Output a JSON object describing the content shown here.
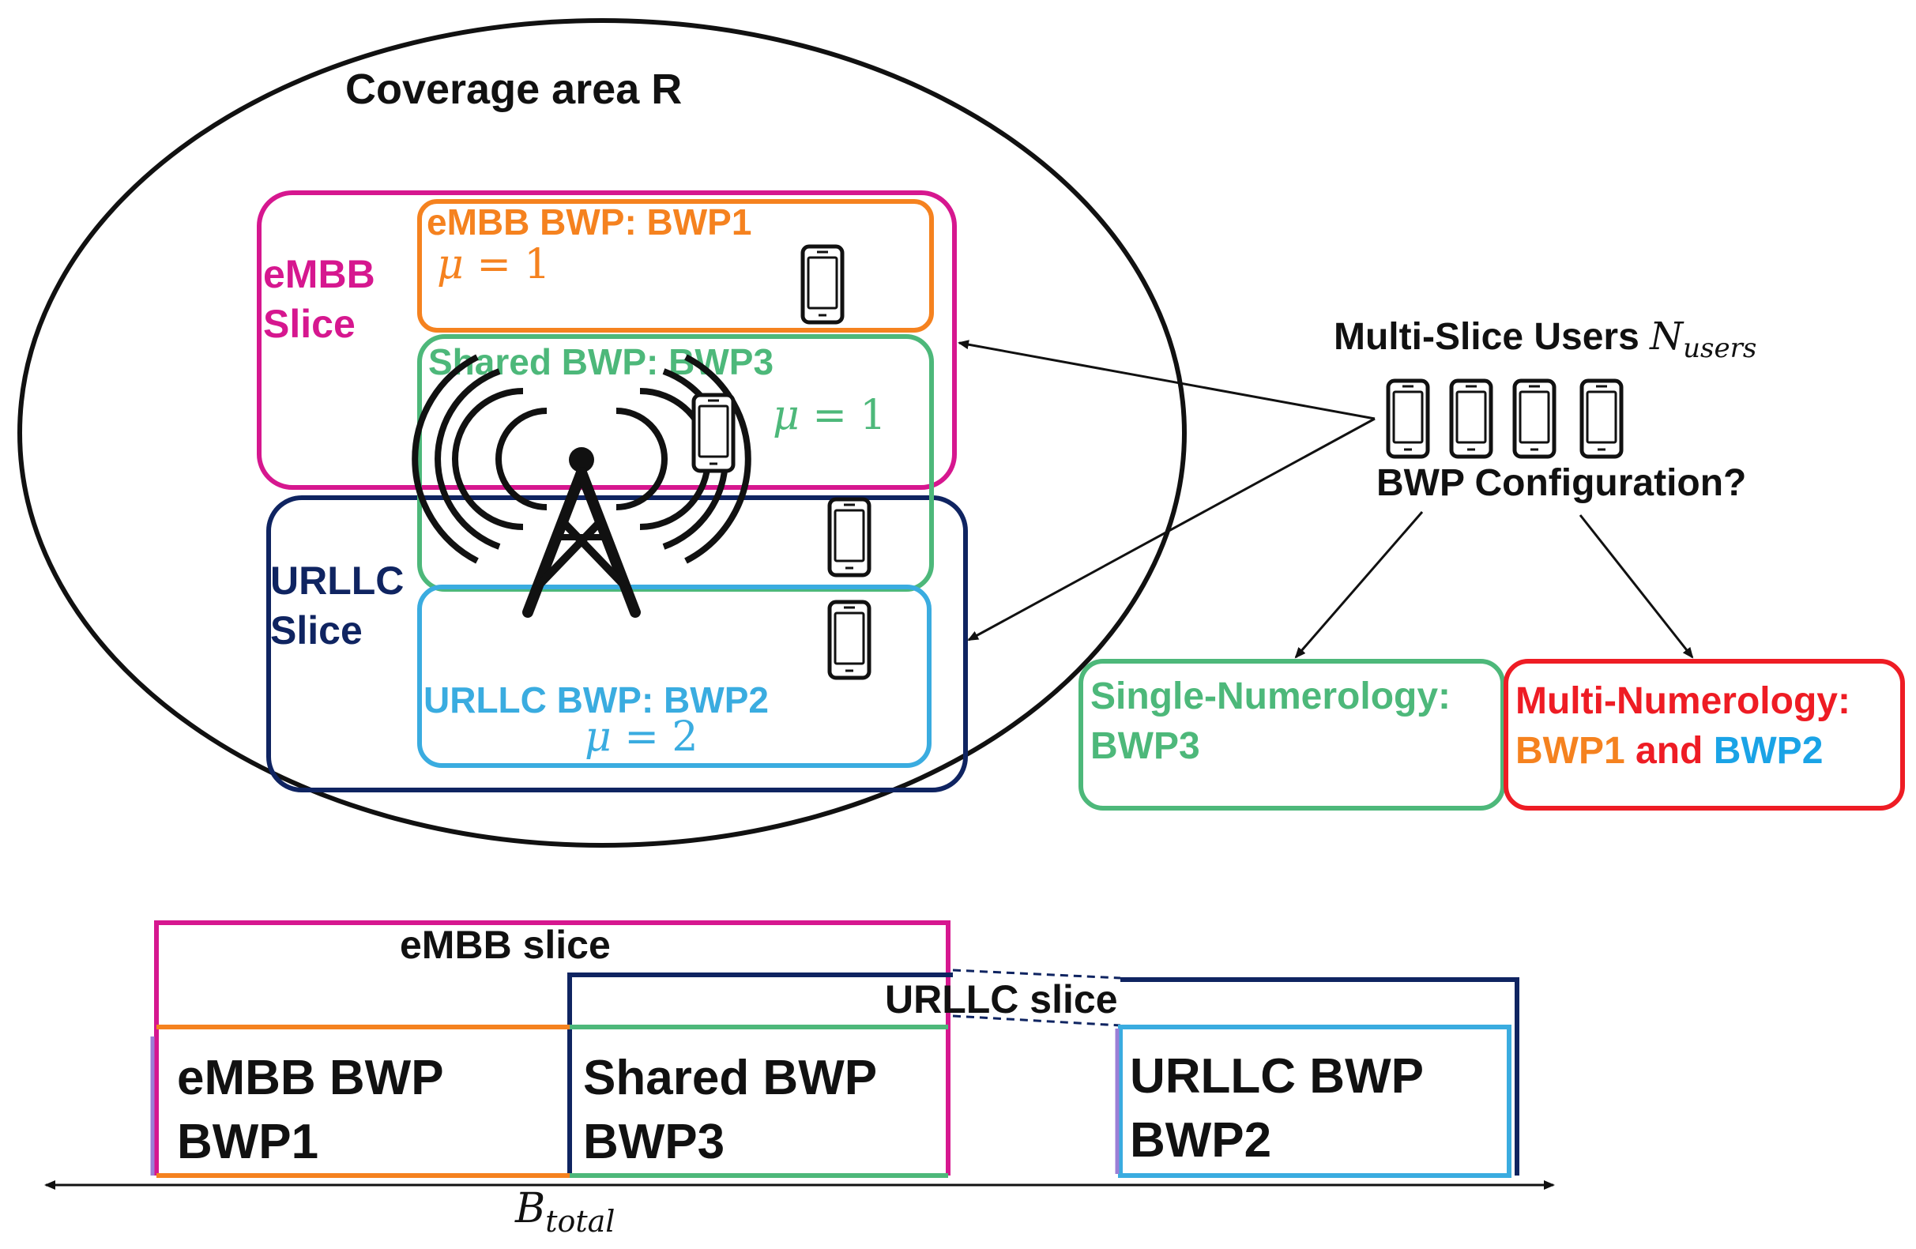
{
  "colors": {
    "black": "#111111",
    "embb_slice": "#d6178f",
    "embb_bwp": "#f5821f",
    "shared_bwp": "#4db87a",
    "urllc_slice": "#0f2461",
    "urllc_bwp": "#3aace0",
    "single_box": "#4db87a",
    "multi_box": "#ee1c24",
    "bwp2_text": "#1aa3e6"
  },
  "coverage": {
    "title": "Coverage area R"
  },
  "embb_slice": {
    "label_line1": "eMBB",
    "label_line2": "Slice"
  },
  "urllc_slice": {
    "label_line1": "URLLC",
    "label_line2": "Slice"
  },
  "embb_bwp": {
    "label": "eMBB BWP: BWP1",
    "mu_symbol": "μ",
    "mu_rest": " = 1"
  },
  "shared_bwp": {
    "label": "Shared BWP: BWP3",
    "mu_symbol": "μ",
    "mu_rest": " = 1"
  },
  "urllc_bwp": {
    "label": "URLLC BWP: BWP2",
    "mu_symbol": "μ",
    "mu_rest": " = 2"
  },
  "users": {
    "title": "Multi-Slice Users ",
    "n_symbol": "N",
    "n_subscript": "users",
    "question": "BWP Configuration?"
  },
  "single_numerology": {
    "line1": "Single-Numerology:",
    "line2": "BWP3"
  },
  "multi_numerology": {
    "line1": "Multi-Numerology:",
    "bwp1": "BWP1",
    "and": " and ",
    "bwp2": "BWP2"
  },
  "spectrum": {
    "embb_slice": "eMBB slice",
    "urllc_slice": "URLLC slice",
    "embb_bwp_line1": "eMBB BWP",
    "embb_bwp_line2": "BWP1",
    "shared_bwp_line1": "Shared BWP",
    "shared_bwp_line2": "BWP3",
    "urllc_bwp_line1": "URLLC BWP",
    "urllc_bwp_line2": "BWP2",
    "btotal_symbol": "B",
    "btotal_subscript": "total"
  }
}
